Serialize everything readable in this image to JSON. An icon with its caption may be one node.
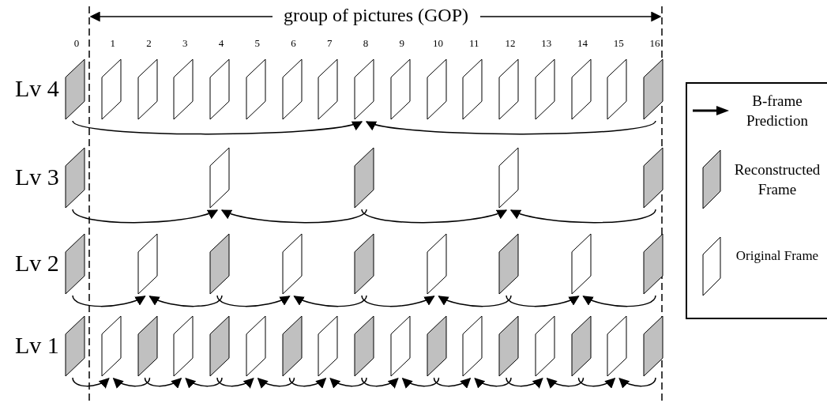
{
  "diagram": {
    "nodes": [
      {
        "text": [],
        "shape": "parallelogram"
      },
      {
        "text": [],
        "shape": "parallelogram"
      },
      {
        "text": [],
        "shape": "parallelogram"
      },
      {
        "text": [],
        "shape": "parallelogram"
      },
      {
        "text": [],
        "shape": "parallelogram"
      },
      {
        "text": [],
        "shape": "parallelogram"
      },
      {
        "text": [],
        "shape": "parallelogram"
      },
      {
        "text": [],
        "shape": "parallelogram"
      },
      {
        "text": [],
        "shape": "parallelogram"
      },
      {
        "text": [],
        "shape": "parallelogram"
      },
      {
        "text": [],
        "shape": "parallelogram"
      },
      {
        "text": [],
        "shape": "parallelogram"
      },
      {
        "text": [],
        "shape": "parallelogram"
      },
      {
        "text": [],
        "shape": "parallelogram"
      },
      {
        "text": [],
        "shape": "parallelogram"
      },
      {
        "text": [],
        "shape": "parallelogram"
      },
      {
        "text": [],
        "shape": "parallelogram"
      },
      {
        "text": [],
        "shape": "parallelogram"
      },
      {
        "text": [],
        "shape": "parallelogram"
      },
      {
        "text": [],
        "shape": "parallelogram"
      },
      {
        "text": [],
        "shape": "parallelogram"
      },
      {
        "text": [],
        "shape": "parallelogram"
      },
      {
        "text": [],
        "shape": "parallelogram"
      },
      {
        "text": [],
        "shape": "parallelogram"
      },
      {
        "text": [],
        "shape": "parallelogram"
      },
      {
        "text": [],
        "shape": "parallelogram"
      },
      {
        "text": [],
        "shape": "parallelogram"
      },
      {
        "text": [],
        "shape": "parallelogram"
      },
      {
        "text": [],
        "shape": "parallelogram"
      },
      {
        "text": [],
        "shape": "parallelogram"
      },
      {
        "text": [],
        "shape": "parallelogram"
      },
      {
        "text": [],
        "shape": "parallelogram"
      },
      {
        "text": [],
        "shape": "parallelogram"
      },
      {
        "text": [],
        "shape": "parallelogram"
      },
      {
        "text": [],
        "shape": "parallelogram"
      },
      {
        "text": [],
        "shape": "parallelogram"
      },
      {
        "text": [],
        "shape": "parallelogram"
      },
      {
        "text": [],
        "shape": "parallelogram"
      },
      {
        "text": [],
        "shape": "parallelogram"
      },
      {
        "text": [],
        "shape": "parallelogram"
      },
      {
        "text": [],
        "shape": "parallelogram"
      },
      {
        "text": [],
        "shape": "parallelogram"
      },
      {
        "text": [],
        "shape": "parallelogram"
      },
      {
        "text": [],
        "shape": "parallelogram"
      },
      {
        "text": [],
        "shape": "parallelogram"
      },
      {
        "text": [],
        "shape": "parallelogram"
      },
      {
        "text": [],
        "shape": "parallelogram"
      },
      {
        "text": [],
        "shape": "parallelogram"
      }
    ],
    "edges": [
      {
        "from": 0,
        "to": 8,
        "arrow": "to"
      },
      {
        "from": 16,
        "to": 8,
        "arrow": "to"
      },
      {
        "from": 17,
        "to": 18,
        "arrow": "to"
      },
      {
        "from": 19,
        "to": 18,
        "arrow": "to"
      },
      {
        "from": 19,
        "to": 20,
        "arrow": "to"
      },
      {
        "from": 21,
        "to": 20,
        "arrow": "to"
      },
      {
        "from": 22,
        "to": 23,
        "arrow": "to"
      },
      {
        "from": 24,
        "to": 23,
        "arrow": "to"
      },
      {
        "from": 24,
        "to": 25,
        "arrow": "to"
      },
      {
        "from": 26,
        "to": 25,
        "arrow": "to"
      },
      {
        "from": 26,
        "to": 27,
        "arrow": "to"
      },
      {
        "from": 28,
        "to": 27,
        "arrow": "to"
      },
      {
        "from": 28,
        "to": 29,
        "arrow": "to"
      },
      {
        "from": 30,
        "to": 29,
        "arrow": "to"
      },
      {
        "from": 31,
        "to": 32,
        "arrow": "to"
      },
      {
        "from": 33,
        "to": 32,
        "arrow": "to"
      },
      {
        "from": 33,
        "to": 34,
        "arrow": "to"
      },
      {
        "from": 35,
        "to": 34,
        "arrow": "to"
      },
      {
        "from": 35,
        "to": 36,
        "arrow": "to"
      },
      {
        "from": 37,
        "to": 36,
        "arrow": "to"
      },
      {
        "from": 37,
        "to": 38,
        "arrow": "to"
      },
      {
        "from": 39,
        "to": 38,
        "arrow": "to"
      },
      {
        "from": 39,
        "to": 40,
        "arrow": "to"
      },
      {
        "from": 41,
        "to": 40,
        "arrow": "to"
      },
      {
        "from": 41,
        "to": 42,
        "arrow": "to"
      },
      {
        "from": 43,
        "to": 42,
        "arrow": "to"
      },
      {
        "from": 43,
        "to": 44,
        "arrow": "to"
      },
      {
        "from": 45,
        "to": 44,
        "arrow": "to"
      },
      {
        "from": 45,
        "to": 46,
        "arrow": "to"
      },
      {
        "from": 47,
        "to": 46,
        "arrow": "to"
      }
    ],
    "labels": [
      "group of pictures (GOP)",
      "0",
      "1",
      "2",
      "3",
      "4",
      "5",
      "6",
      "7",
      "8",
      "9",
      "10",
      "11",
      "12",
      "13",
      "14",
      "15",
      "16",
      "Lv 4",
      "Lv 3",
      "Lv 2",
      "Lv 1"
    ],
    "legend": [
      {
        "text": "B-frame Prediction"
      },
      {
        "text": "Reconstructed Frame"
      },
      {
        "text": "Original Frame"
      }
    ]
  }
}
